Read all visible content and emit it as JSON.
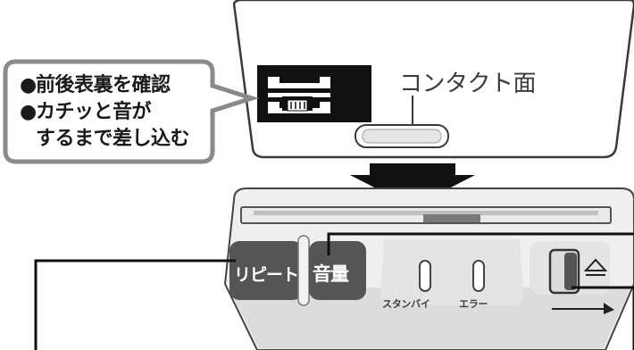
{
  "callout": {
    "bullet": "●",
    "items": [
      "前後表裏を確認",
      "カチッと音が"
    ],
    "continuation": "するまで差し込む"
  },
  "card": {
    "contact_label": "コンタクト面"
  },
  "slot_unit": {
    "repeat_button": "リピート",
    "volume_button": "音量",
    "standby_indicator": "スタンバイ",
    "error_indicator": "エラー",
    "eject_symbol": "⏏"
  }
}
